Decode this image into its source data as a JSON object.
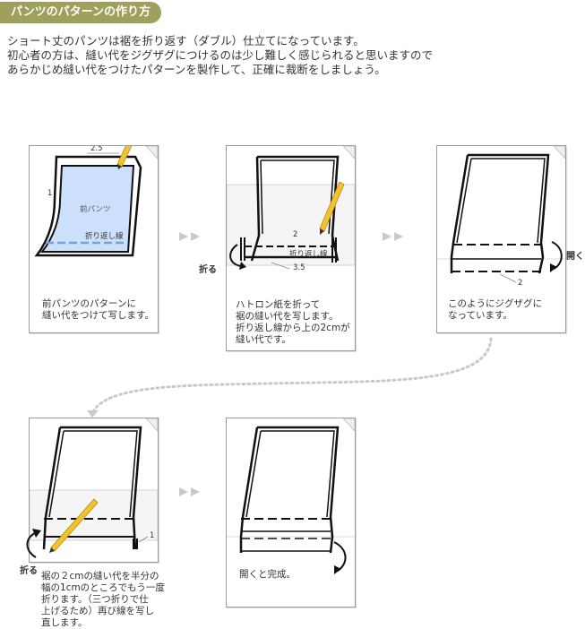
{
  "title": "パンツのパターンの作り方",
  "intro": [
    "ショート丈のパンツは裾を折り返す（ダブル）仕立てになっています。",
    "初心者の方は、縫い代をジグザグにつけるのは少し難しく感じられると思いますので",
    "あらかじめ縫い代をつけたパターンを製作して、正確に裁断をしましょう。"
  ],
  "step1": {
    "label_front": "前パンツ",
    "label_fold_line": "折り返し線",
    "dim_top": "2.5",
    "dim_side": "1",
    "caption": [
      "前パンツのパターンに",
      "縫い代をつけて写します。"
    ]
  },
  "step2": {
    "dim_2": "2",
    "label_fold_line": "折り返し線",
    "dim_35": "3.5",
    "action": "折る",
    "caption": [
      "ハトロン紙を折って",
      "裾の縫い代を写します。",
      "折り返し線から上の2cmが",
      "縫い代です。"
    ]
  },
  "step3": {
    "action": "開く",
    "dim_2": "2",
    "caption": [
      "このようにジグザグに",
      "なっています。"
    ]
  },
  "step4": {
    "dim_1": "1",
    "action": "折る",
    "caption": [
      "裾の２cmの縫い代を半分の",
      "幅の1cmのところでもう一度",
      "折ります。（三つ折りで仕",
      "上げるため）再び線を写し",
      "直します。"
    ]
  },
  "step5": {
    "caption": [
      "開くと完成。"
    ]
  },
  "colors": {
    "badge": "#9fa05c",
    "pattern_fill": "#cde0fb",
    "pencil": "#f2c230",
    "dashed": "#7a9fd6",
    "chevron": "#c9c9c9"
  }
}
